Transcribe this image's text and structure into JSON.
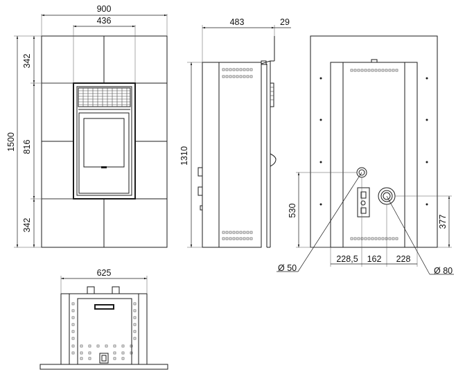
{
  "dimensions": {
    "front_width": "900",
    "front_inner_width": "436",
    "front_height": "1500",
    "front_top_section": "342",
    "front_middle_section": "816",
    "front_bottom_section": "342",
    "side_depth": "483",
    "side_offset": "29",
    "side_height": "1310",
    "rear_outlet_height": "530",
    "rear_left_offset": "228,5",
    "rear_center_spacing": "162",
    "rear_right_offset": "228",
    "rear_flue_height": "377",
    "small_outlet_diameter": "Ø 50",
    "flue_diameter": "Ø 80",
    "top_depth": "625"
  },
  "colors": {
    "line": "#1a1a1a",
    "background": "#ffffff"
  }
}
